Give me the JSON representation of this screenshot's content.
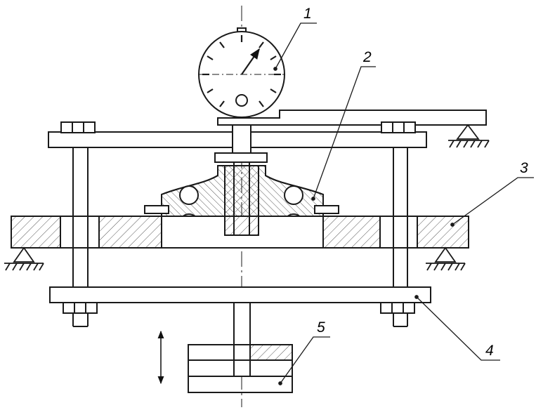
{
  "labels": {
    "l1": "1",
    "l2": "2",
    "l3": "3",
    "l4": "4",
    "l5": "5"
  },
  "colors": {
    "ink": "#1a1a1a",
    "paper": "#ffffff"
  }
}
